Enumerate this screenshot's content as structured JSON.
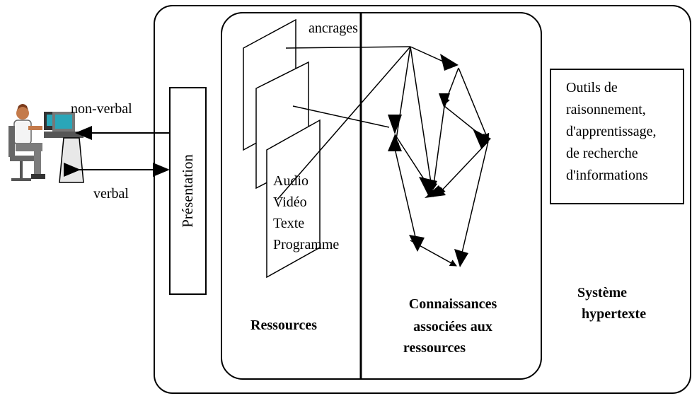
{
  "labels": {
    "non_verbal": "non-verbal",
    "verbal": "verbal",
    "presentation": "Présentation",
    "ancrages": "ancrages",
    "media": [
      "Audio",
      "Vidéo",
      "Texte",
      "Programme"
    ],
    "ressources": "Ressources",
    "connaissances": [
      "Connaissances",
      "associées aux",
      "ressources"
    ],
    "outils": [
      "Outils de",
      "raisonnement,",
      "d'apprentissage,",
      "de recherche",
      "d'informations"
    ],
    "systeme": [
      "Système",
      "hypertexte"
    ]
  },
  "icons": {
    "user": "user-at-computer-icon"
  },
  "colors": {
    "line": "#000000",
    "background": "#ffffff",
    "monitor_screen": "#2aa6b8"
  }
}
